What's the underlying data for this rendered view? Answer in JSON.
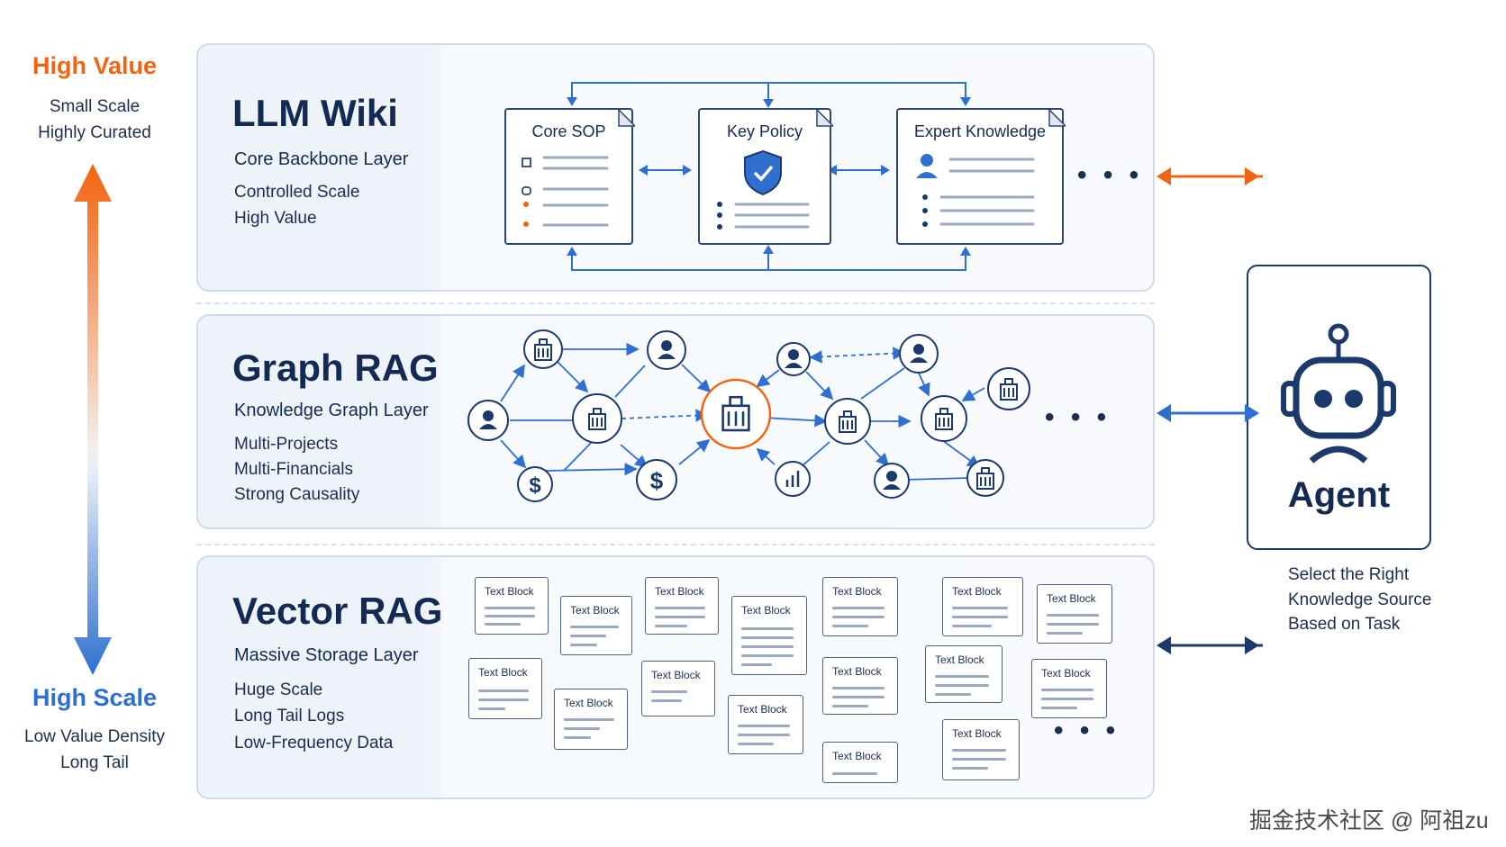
{
  "scale": {
    "top_title": "High Value",
    "top_lines": [
      "Small Scale",
      "Highly Curated"
    ],
    "bottom_title": "High Scale",
    "bottom_lines": [
      "Low Value Density",
      "Long Tail"
    ],
    "colors": {
      "top": "#f06414",
      "bottom": "#2f6fd0"
    }
  },
  "layers": {
    "wiki": {
      "title": "LLM Wiki",
      "subtitle": "Core Backbone Layer",
      "lines": [
        "Controlled Scale",
        "High Value"
      ],
      "docs": [
        "Core SOP",
        "Key Policy",
        "Expert Knowledge"
      ],
      "more": "• • •"
    },
    "graph": {
      "title": "Graph RAG",
      "subtitle": "Knowledge Graph Layer",
      "lines": [
        "Multi-Projects",
        "Multi-Financials",
        "Strong Causality"
      ],
      "more": "• • •"
    },
    "vector": {
      "title": "Vector RAG",
      "subtitle": "Massive Storage Layer",
      "lines": [
        "Huge Scale",
        "Long Tail Logs",
        "Low-Frequency Data"
      ],
      "block_label": "Text Block",
      "more": "• • •"
    }
  },
  "agent": {
    "label": "Agent",
    "note_lines": [
      "Select the Right",
      "Knowledge Source",
      "Based on Task"
    ]
  },
  "watermark": "掘金技术社区 @ 阿祖zu",
  "colors": {
    "accent_orange": "#f06414",
    "accent_blue": "#2f6fd0",
    "navy": "#1b3a6b"
  }
}
